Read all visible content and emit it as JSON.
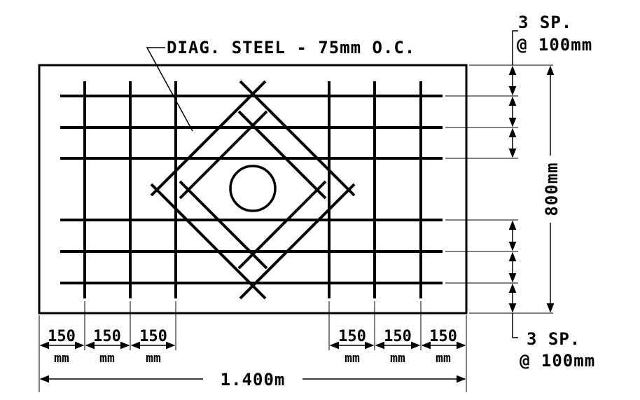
{
  "diagram": {
    "diag_steel_label": "DIAG. STEEL - 75mm O.C.",
    "top_spacing": {
      "line1": "3 SP.",
      "line2": "@ 100mm"
    },
    "bottom_spacing": {
      "line1": "3 SP.",
      "line2": "@ 100mm"
    },
    "height_label": "800mm",
    "width_label": "1.400m",
    "left_spacings": [
      {
        "value": "150",
        "unit": "mm"
      },
      {
        "value": "150",
        "unit": "mm"
      },
      {
        "value": "150",
        "unit": "mm"
      }
    ],
    "right_spacings": [
      {
        "value": "150",
        "unit": "mm"
      },
      {
        "value": "150",
        "unit": "mm"
      },
      {
        "value": "150",
        "unit": "mm"
      }
    ]
  }
}
